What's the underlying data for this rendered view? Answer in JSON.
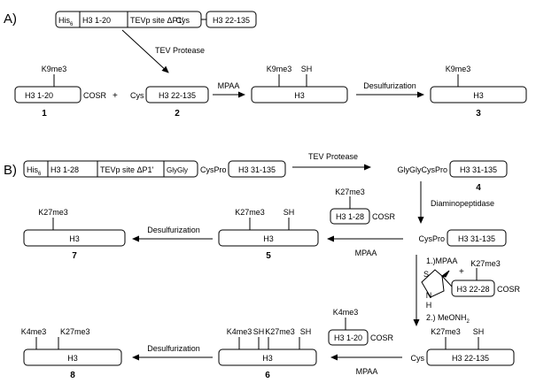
{
  "panels": {
    "a": "A)",
    "b": "B)"
  },
  "constructs": {
    "a": {
      "his": "His",
      "his_sub": "6",
      "seg1": "H3 1-20",
      "tevp": "TEVp site ΔP1'",
      "cys": "Cys",
      "seg2": "H3 22-135"
    },
    "b": {
      "his": "His",
      "his_sub": "6",
      "seg1": "H3 1-28",
      "tevp": "TEVp site ΔP1'",
      "glygly": "GlyGly",
      "cyspro": "CysPro",
      "seg2": "H3 31-135"
    }
  },
  "reagents": {
    "tev_protease": "TEV Protease",
    "mpaa": "MPAA",
    "desulfurization": "Desulfurization",
    "diaminopeptidase": "Diaminopeptidase",
    "step1": "1.)MPAA",
    "step2": "2.) MeONH",
    "step2_sub": "2"
  },
  "labels": {
    "k9me3": "K9me3",
    "k27me3": "K27me3",
    "k4me3": "K4me3",
    "sh": "SH",
    "cosr": "COSR",
    "cys": "Cys",
    "cyspro": "CysPro",
    "glyglycyspro": "GlyGlyCysPro",
    "plus": "+",
    "h3": "H3",
    "s_atom": "S",
    "n_atom": "N",
    "h_atom": "H"
  },
  "peptides": {
    "h3_1_20": "H3 1-20",
    "h3_22_135": "H3 22-135",
    "h3_31_135": "H3 31-135",
    "h3_1_28": "H3 1-28",
    "h3_22_28": "H3 22-28"
  },
  "compounds": {
    "c1": "1",
    "c2": "2",
    "c3": "3",
    "c4": "4",
    "c5": "5",
    "c6": "6",
    "c7": "7",
    "c8": "8"
  }
}
